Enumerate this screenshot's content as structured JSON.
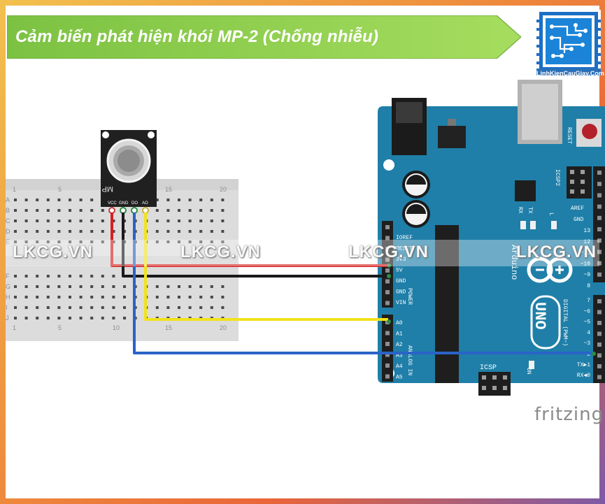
{
  "title": "Cảm biến phát hiện khói MP-2 (Chống nhiễu)",
  "logo": {
    "text": "LinhKienCauGiay.Com",
    "icon": "circuit-chip-icon"
  },
  "watermarks": [
    "LKCG.VN",
    "LKCG.VN",
    "LKCG.VN",
    "LKCG.VN"
  ],
  "sensor": {
    "label": "MP",
    "pins": [
      "VCC",
      "GND",
      "DO",
      "AO"
    ]
  },
  "breadboard": {
    "col_numbers": [
      "1",
      "5",
      "10",
      "15",
      "20"
    ],
    "rows_top": [
      "A",
      "B",
      "C",
      "D",
      "E"
    ],
    "rows_bottom": [
      "F",
      "G",
      "H",
      "I",
      "J"
    ]
  },
  "arduino": {
    "reset": "RESET",
    "icsp2": "ICSP2",
    "icsp": "ICSP",
    "aref": "AREF",
    "gnd": "GND",
    "rx": "RX",
    "tx": "TX",
    "l": "L",
    "on": "ON",
    "brand": "Arduino",
    "model": "UNO",
    "digital": "DIGITAL (PWM~)",
    "power": "POWER",
    "analog": "ANALOG IN",
    "power_pins": [
      "IOREF",
      "RESET",
      "3V3",
      "5V",
      "GND",
      "GND",
      "VIN"
    ],
    "analog_pins": [
      "A0",
      "A1",
      "A2",
      "A3",
      "A4",
      "A5"
    ],
    "digital_top": [
      "13",
      "12",
      "~11",
      "~10",
      "~9",
      "8"
    ],
    "digital_bottom": [
      "7",
      "~6",
      "~5",
      "4",
      "~3",
      "2",
      "TX▶1",
      "RX◀0"
    ]
  },
  "footer": "fritzing",
  "colors": {
    "board": "#1f7fa8",
    "wire_vcc": "#d62020",
    "wire_gnd": "#1a1a1a",
    "wire_ao": "#f2e21a",
    "wire_do": "#2a63c8",
    "title_bg": "#8fd14f"
  }
}
